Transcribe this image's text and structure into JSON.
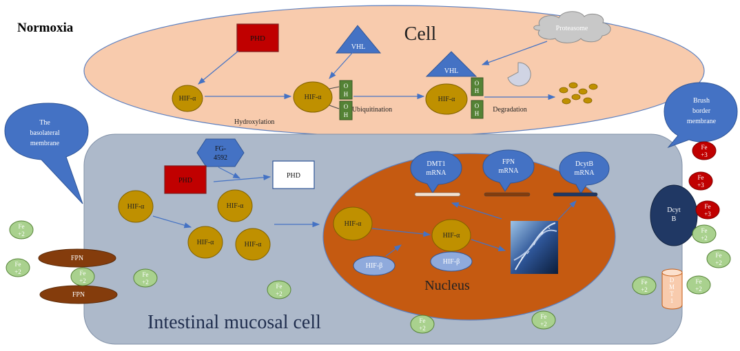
{
  "title": "Normoxia",
  "top_cell": {
    "label": "Cell",
    "phd": "PHD",
    "vhl": "VHL",
    "proteasome": "Proteasome",
    "hif_alpha": "HIF-α",
    "oh_o": "O",
    "oh_h": "H",
    "step_hydroxylation": "Hydroxylation",
    "step_ubiquitination": "Ubiquitination",
    "step_degradation": "Degradation"
  },
  "callouts": {
    "basolateral_line1": "The",
    "basolateral_line2": "basolateral",
    "basolateral_line3": "membrane",
    "brush_line1": "Brush",
    "brush_line2": "border",
    "brush_line3": "membrane",
    "dmt1_line1": "DMT1",
    "dmt1_line2": "mRNA",
    "fpn_line1": "FPN",
    "fpn_line2": "mRNA",
    "dcytb_line1": "DcytB",
    "dcytb_line2": "mRNA"
  },
  "mucosal_cell": {
    "label": "Intestinal mucosal cell",
    "fg_line1": "FG-",
    "fg_line2": "4592",
    "phd_inactive": "PHD",
    "phd": "PHD",
    "hif_alpha": "HIF-α",
    "hif_beta": "HIF-β",
    "nucleus": "Nucleus",
    "fpn": "FPN",
    "dcyt_line1": "Dcyt",
    "dcyt_line2": "B",
    "dmt1_letters": [
      "D",
      "M",
      "T",
      "1"
    ]
  },
  "iron": {
    "fe": "Fe",
    "plus2": "+2",
    "plus3": "+3"
  },
  "colors": {
    "cell_fill": "#f8cbad",
    "mucosal_fill": "#adb9ca",
    "hif_gold": "#bf9000",
    "phd_red": "#c00000",
    "blue": "#4472c4",
    "nucleus": "#c55a11",
    "fpn_brown": "#843c0c",
    "fe2_green": "#a9d18e",
    "dcyt_navy": "#203864",
    "oh_green": "#548235"
  }
}
